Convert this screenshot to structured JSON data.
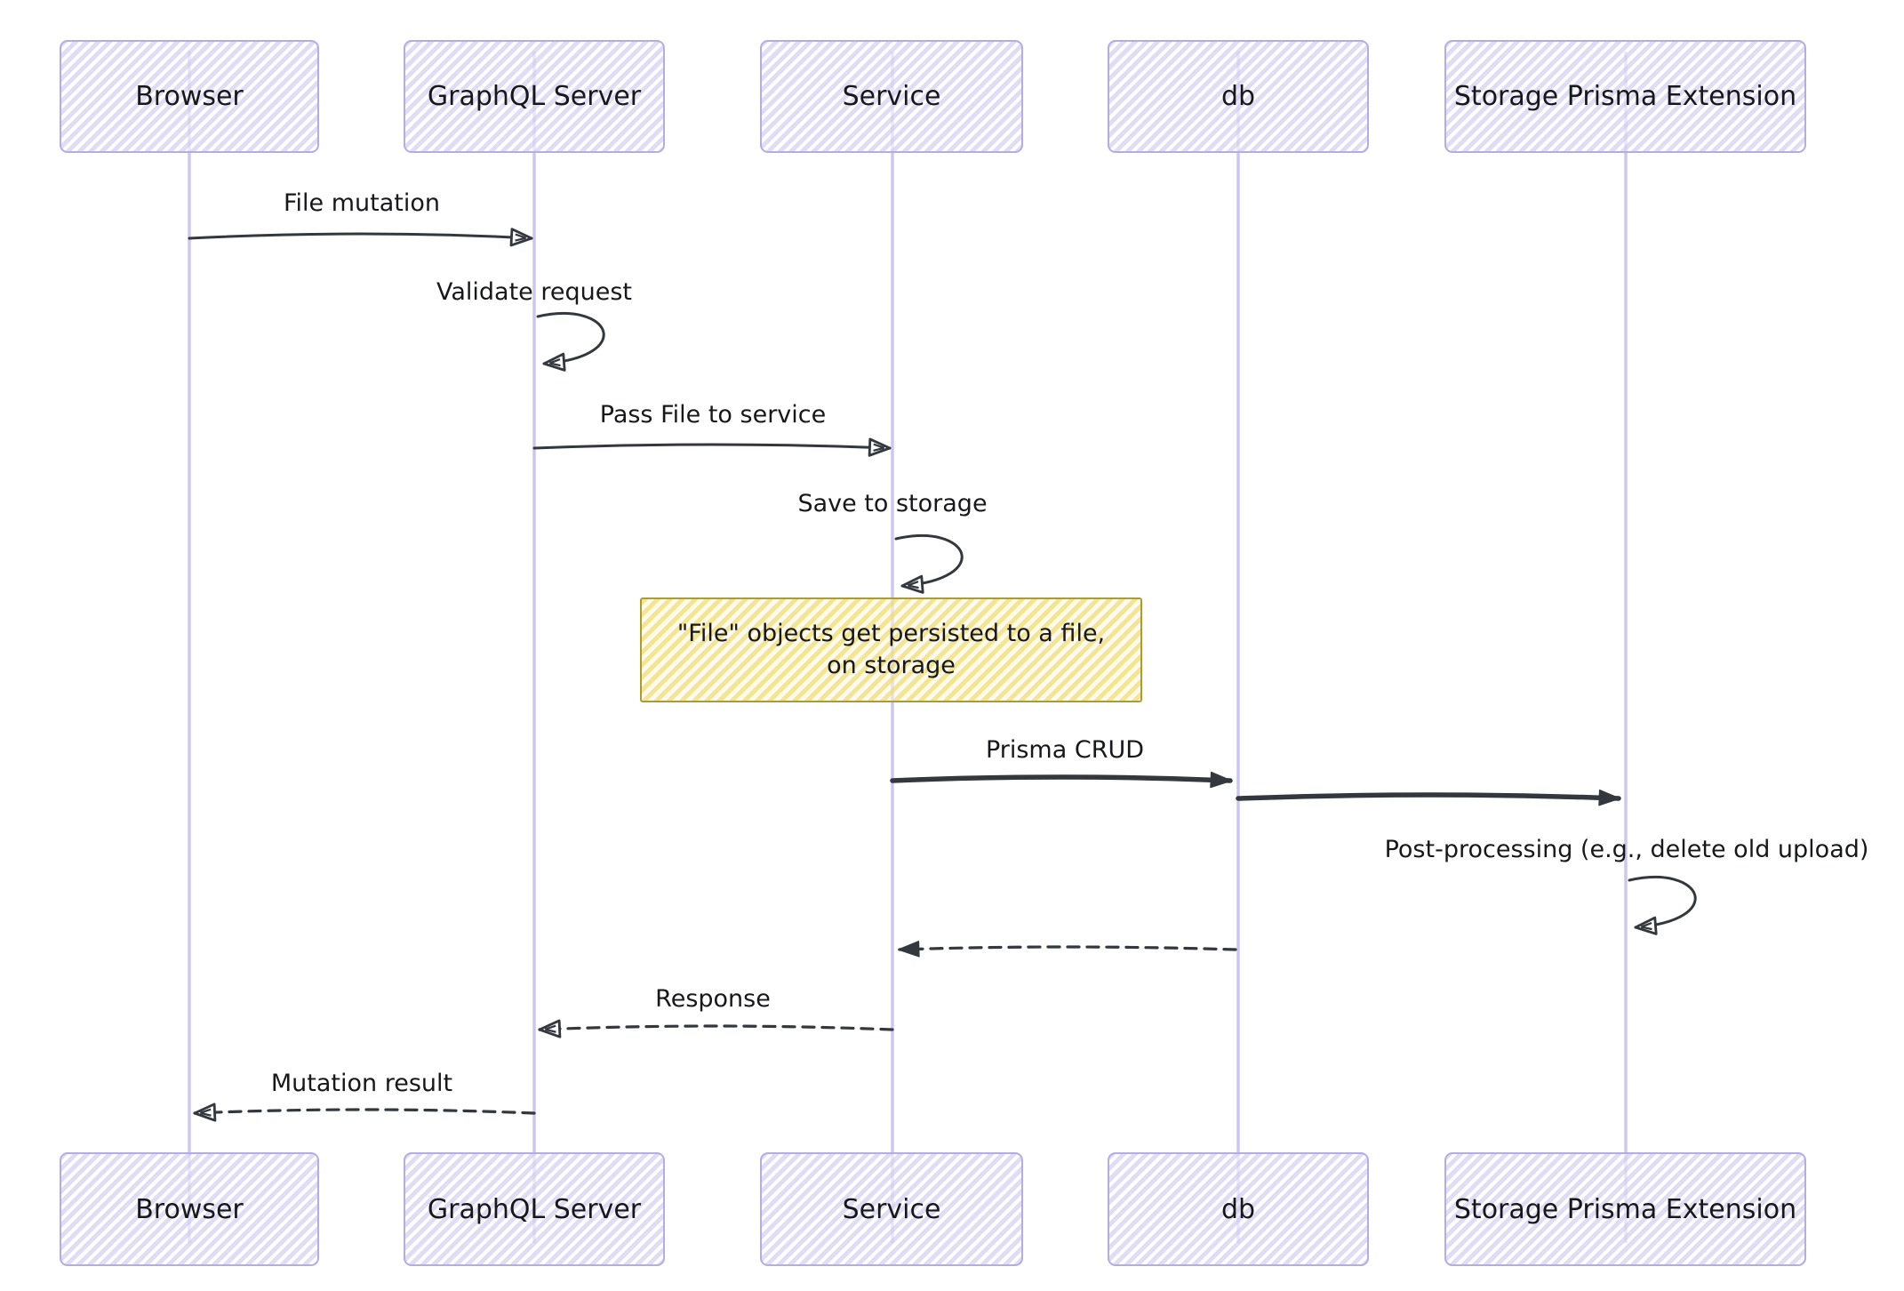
{
  "diagram": {
    "type": "sequence",
    "actors": [
      {
        "label": "Browser"
      },
      {
        "label": "GraphQL Server"
      },
      {
        "label": "Service"
      },
      {
        "label": "db"
      },
      {
        "label": "Storage Prisma Extension"
      }
    ],
    "messages": [
      {
        "label": "File mutation",
        "from": "Browser",
        "to": "GraphQL Server",
        "line": "solid"
      },
      {
        "label": "Validate request",
        "from": "GraphQL Server",
        "to": "GraphQL Server",
        "line": "self"
      },
      {
        "label": "Pass File to service",
        "from": "GraphQL Server",
        "to": "Service",
        "line": "solid"
      },
      {
        "label": "Save to storage",
        "from": "Service",
        "to": "Service",
        "line": "self"
      },
      {
        "label": "Prisma CRUD",
        "from": "Service",
        "to": "db",
        "line": "solid-thick"
      },
      {
        "label": "",
        "from": "db",
        "to": "Storage Prisma Extension",
        "line": "solid-thick"
      },
      {
        "label": "Post-processing (e.g., delete old upload)",
        "from": "Storage Prisma Extension",
        "to": "Storage Prisma Extension",
        "line": "self"
      },
      {
        "label": "",
        "from": "db",
        "to": "Service",
        "line": "dashed"
      },
      {
        "label": "Response",
        "from": "Service",
        "to": "GraphQL Server",
        "line": "dashed"
      },
      {
        "label": "Mutation result",
        "from": "GraphQL Server",
        "to": "Browser",
        "line": "dashed"
      }
    ],
    "note": {
      "line1": "\"File\" objects get persisted to a file,",
      "line2": "on storage",
      "over": "Service"
    },
    "colors": {
      "actor_border": "#b5ade2",
      "actor_fill": "#eceaf8",
      "actor_hatch": "#d9d4f1",
      "lifeline": "#cdc7ee",
      "arrow": "#33383f",
      "text": "#17181c",
      "note_border": "#a89b3d",
      "note_fill": "#fdf8da",
      "note_hatch": "#f2df83",
      "background": "#ffffff"
    }
  }
}
